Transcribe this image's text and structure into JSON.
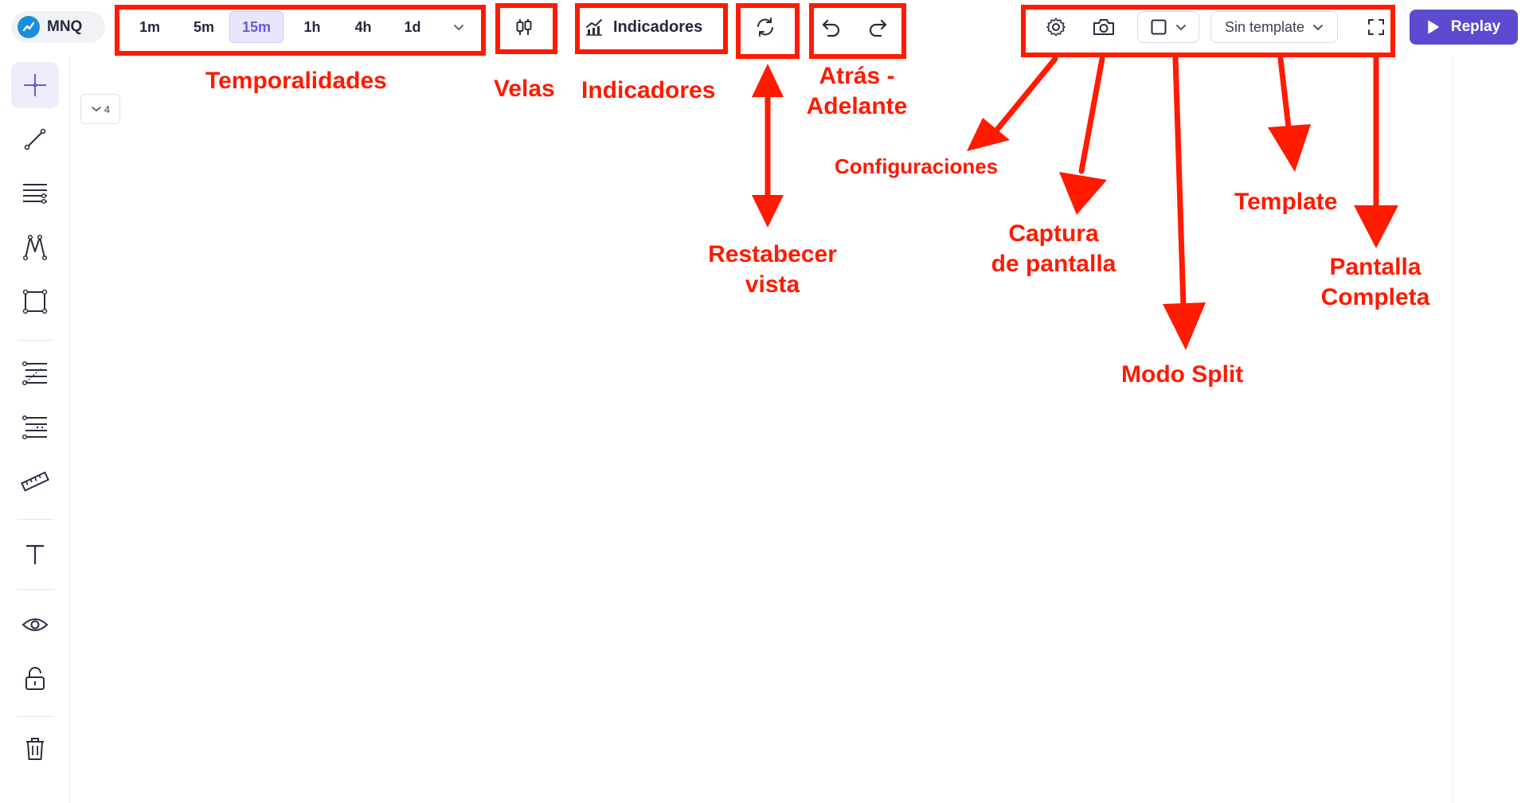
{
  "header": {
    "symbol": "MNQ",
    "timeframes": [
      "1m",
      "5m",
      "15m",
      "1h",
      "4h",
      "1d"
    ],
    "active_timeframe": "15m",
    "indicators_label": "Indicadores",
    "template_label": "Sin template",
    "replay_label": "Replay"
  },
  "chart": {
    "collapse_count": "4"
  },
  "annotations": {
    "temporalidades": "Temporalidades",
    "velas": "Velas",
    "indicadores": "Indicadores",
    "restablecer": [
      "Restabecer",
      "vista"
    ],
    "atras_adelante": [
      "Atrás -",
      "Adelante"
    ],
    "configuraciones": "Configuraciones",
    "captura": [
      "Captura",
      "de pantalla"
    ],
    "modo_split": "Modo Split",
    "template": "Template",
    "pantalla_completa": [
      "Pantalla",
      "Completa"
    ]
  },
  "colors": {
    "accent": "#5b4bd0",
    "active_timeframe_bg": "#e8e6fb",
    "annotation_red": "#ff1a00",
    "logo_blue": "#1a8fd8"
  }
}
